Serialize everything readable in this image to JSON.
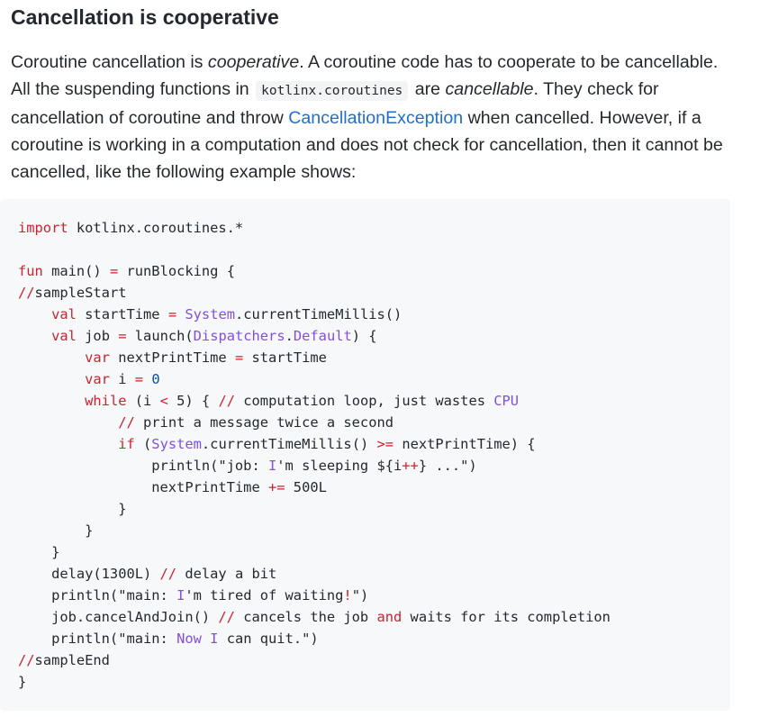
{
  "heading": "Cancellation is cooperative",
  "paragraph": {
    "p1": "Coroutine cancellation is ",
    "em1": "cooperative",
    "p2": ". A coroutine code has to cooperate to be cancellable. All the suspending functions in ",
    "code1": "kotlinx.coroutines",
    "p3": " are ",
    "em2": "cancellable",
    "p4": ". They check for cancellation of coroutine and throw ",
    "link1": "CancellationException",
    "p5": " when cancelled. However, if a coroutine is working in a computation and does not check for cancellation, then it cannot be cancelled, like the following example shows:"
  },
  "code": {
    "language": "kotlin",
    "lines": [
      "import kotlinx.coroutines.*",
      "",
      "fun main() = runBlocking {",
      "//sampleStart",
      "    val startTime = System.currentTimeMillis()",
      "    val job = launch(Dispatchers.Default) {",
      "        var nextPrintTime = startTime",
      "        var i = 0",
      "        while (i < 5) { // computation loop, just wastes CPU",
      "            // print a message twice a second",
      "            if (System.currentTimeMillis() >= nextPrintTime) {",
      "                println(\"job: I'm sleeping ${i++} ...\")",
      "                nextPrintTime += 500L",
      "            }",
      "        }",
      "    }",
      "    delay(1300L) // delay a bit",
      "    println(\"main: I'm tired of waiting!\")",
      "    job.cancelAndJoin() // cancels the job and waits for its completion",
      "    println(\"main: Now I can quit.\")",
      "//sampleEnd",
      "}"
    ]
  },
  "colors": {
    "text": "#24292f",
    "link": "#1f6fd1",
    "keyword": "#cf222e",
    "type": "#8250df",
    "number": "#0550ae",
    "code_background": "#f6f8fa"
  }
}
